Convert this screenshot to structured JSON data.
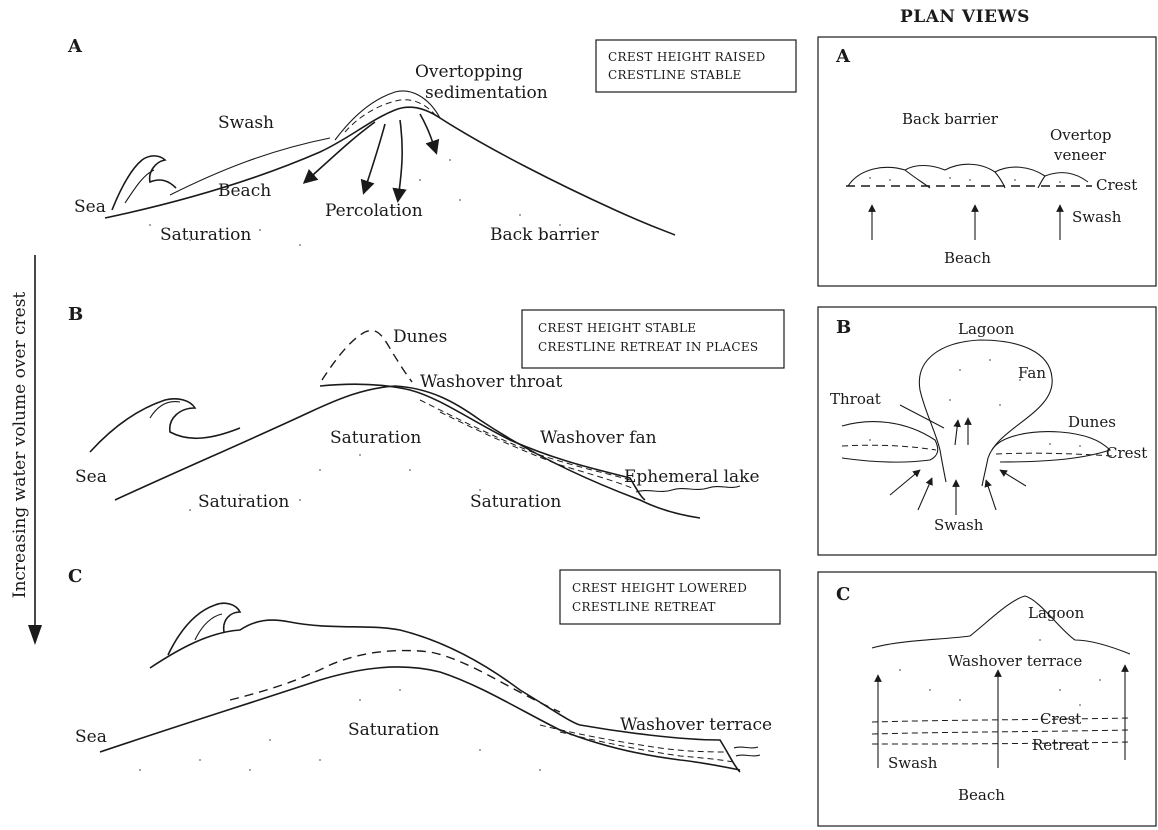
{
  "figure": {
    "plan_views_title": "PLAN VIEWS",
    "vertical_axis_label": "Increasing water volume over crest",
    "profiles": {
      "a": {
        "letter": "A",
        "box_line1": "CREST HEIGHT RAISED",
        "box_line2": "CRESTLINE STABLE",
        "labels": {
          "overtopping_1": "Overtopping",
          "overtopping_2": "sedimentation",
          "swash": "Swash",
          "sea": "Sea",
          "beach": "Beach",
          "percolation": "Percolation",
          "saturation": "Saturation",
          "back_barrier": "Back barrier"
        }
      },
      "b": {
        "letter": "B",
        "box_line1": "CREST HEIGHT STABLE",
        "box_line2": "CRESTLINE RETREAT IN PLACES",
        "labels": {
          "dunes": "Dunes",
          "washover_throat": "Washover throat",
          "saturation_top": "Saturation",
          "washover_fan": "Washover fan",
          "sea": "Sea",
          "saturation_left": "Saturation",
          "saturation_right": "Saturation",
          "ephemeral_lake": "Ephemeral lake"
        }
      },
      "c": {
        "letter": "C",
        "box_line1": "CREST HEIGHT LOWERED",
        "box_line2": "CRESTLINE RETREAT",
        "labels": {
          "washover_terrace": "Washover terrace",
          "sea": "Sea",
          "saturation": "Saturation"
        }
      }
    },
    "plans": {
      "a": {
        "letter": "A",
        "labels": {
          "back_barrier": "Back barrier",
          "overtop_1": "Overtop",
          "overtop_2": "veneer",
          "crest": "Crest",
          "swash": "Swash",
          "beach": "Beach"
        }
      },
      "b": {
        "letter": "B",
        "labels": {
          "lagoon": "Lagoon",
          "fan": "Fan",
          "throat": "Throat",
          "dunes": "Dunes",
          "crest": "Crest",
          "swash": "Swash"
        }
      },
      "c": {
        "letter": "C",
        "labels": {
          "lagoon": "Lagoon",
          "washover_terrace": "Washover terrace",
          "crest": "Crest",
          "retreat": "Retreat",
          "swash": "Swash",
          "beach": "Beach"
        }
      }
    }
  }
}
